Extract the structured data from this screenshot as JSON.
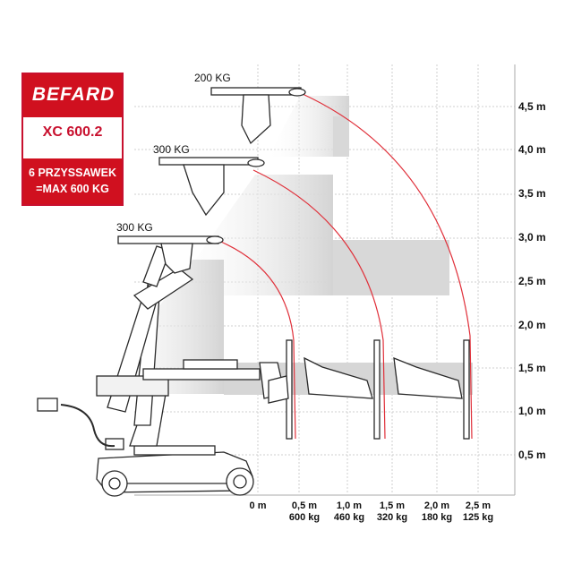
{
  "brand": {
    "logo_text": "BEFARD",
    "model": "XC 600.2",
    "spec_line1": "6 PRZYSSAWEK",
    "spec_line2": "=MAX 600 KG"
  },
  "capacity_labels": [
    {
      "text": "200 KG",
      "height_m": 4.5
    },
    {
      "text": "300 KG",
      "height_m": 4.0
    },
    {
      "text": "300 KG",
      "height_m": 3.0
    }
  ],
  "y_axis": {
    "unit": "m",
    "ticks": [
      {
        "value": 4.5,
        "label": "4,5 m"
      },
      {
        "value": 4.0,
        "label": "4,0 m"
      },
      {
        "value": 3.5,
        "label": "3,5 m"
      },
      {
        "value": 3.0,
        "label": "3,0 m"
      },
      {
        "value": 2.5,
        "label": "2,5 m"
      },
      {
        "value": 2.0,
        "label": "2,0 m"
      },
      {
        "value": 1.5,
        "label": "1,5 m"
      },
      {
        "value": 1.0,
        "label": "1,0 m"
      },
      {
        "value": 0.5,
        "label": "0,5 m"
      }
    ]
  },
  "x_axis": {
    "ticks": [
      {
        "value": 0.0,
        "distance": "0 m",
        "load": ""
      },
      {
        "value": 0.5,
        "distance": "0,5 m",
        "load": "600 kg"
      },
      {
        "value": 1.0,
        "distance": "1,0 m",
        "load": "460 kg"
      },
      {
        "value": 1.5,
        "distance": "1,5 m",
        "load": "320 kg"
      },
      {
        "value": 2.0,
        "distance": "2,0 m",
        "load": "180 kg"
      },
      {
        "value": 2.5,
        "distance": "2,5 m",
        "load": "125 kg"
      }
    ]
  },
  "colors": {
    "brand_red": "#d0101f",
    "arc_red": "#e0303a",
    "grid": "#c8c8c8",
    "zone_gray": "#d9d9d9",
    "machine": "#2a2a2a"
  }
}
